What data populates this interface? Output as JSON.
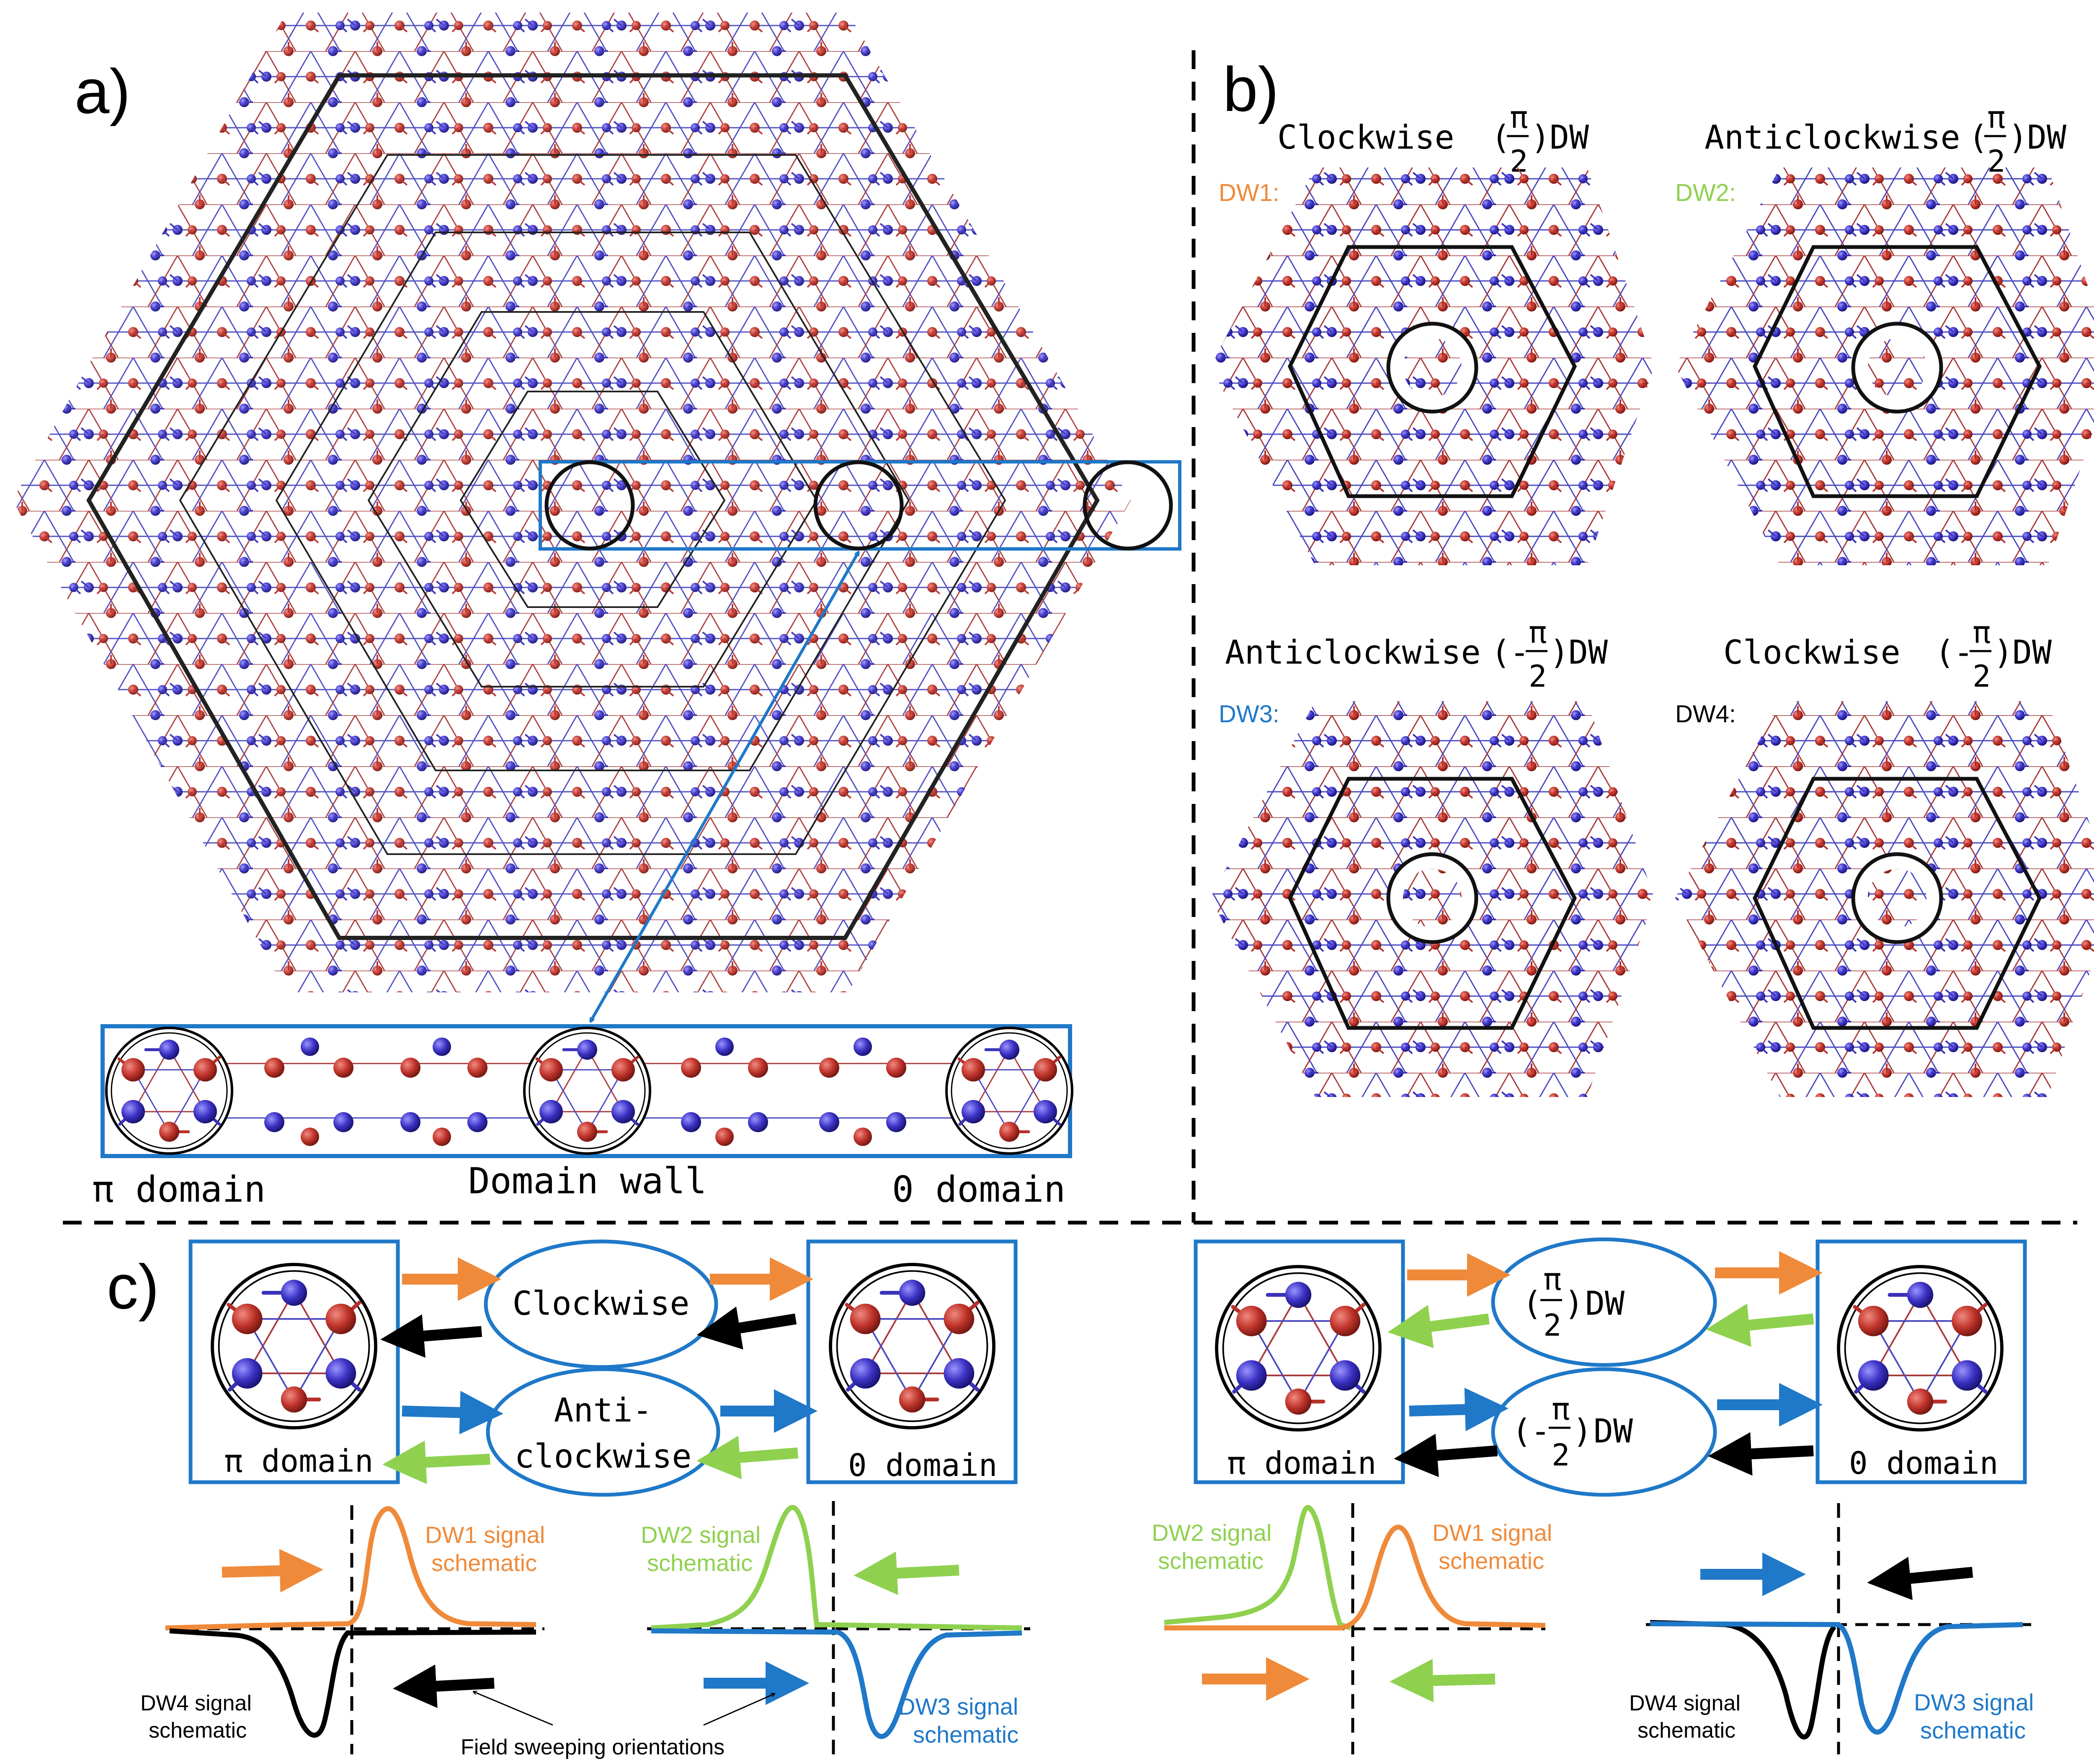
{
  "panel_a": {
    "label": "a)",
    "pi_domain": "π domain",
    "domain_wall": "Domain wall",
    "zero_domain": "0 domain"
  },
  "panel_b": {
    "label": "b)",
    "dw1_title": "Clockwise",
    "dw2_title": "Anticlockwise",
    "dw3_title": "Anticlockwise",
    "dw4_title": "Clockwise",
    "frac_num": "π",
    "frac_den": "2",
    "minus": "-",
    "dw_suffix": "DW",
    "dw1_tag": "DW1:",
    "dw2_tag": "DW2:",
    "dw3_tag": "DW3:",
    "dw4_tag": "DW4:"
  },
  "panel_c": {
    "label": "c)",
    "pi_domain": "π domain",
    "zero_domain": "0 domain",
    "clockwise": "Clockwise",
    "anti_line1": "Anti-",
    "anti_line2": "clockwise",
    "frac_num": "π",
    "frac_den": "2",
    "minus": "-",
    "dw_suffix": "DW",
    "dw1_sig_1": "DW1 signal",
    "dw1_sig_2": "schematic",
    "dw2_sig_1": "DW2 signal",
    "dw2_sig_2": "schematic",
    "dw3_sig_1": "DW3 signal",
    "dw3_sig_2": "schematic",
    "dw4_sig_1": "DW4 signal",
    "dw4_sig_2": "schematic",
    "field_sweep": "Field sweeping orientations"
  },
  "colors": {
    "orange": "#ef8a3a",
    "green": "#8fd14f",
    "blue": "#1f78c8",
    "black": "#000000",
    "red_atom": "#b8302a",
    "blue_atom": "#3a32b8"
  }
}
